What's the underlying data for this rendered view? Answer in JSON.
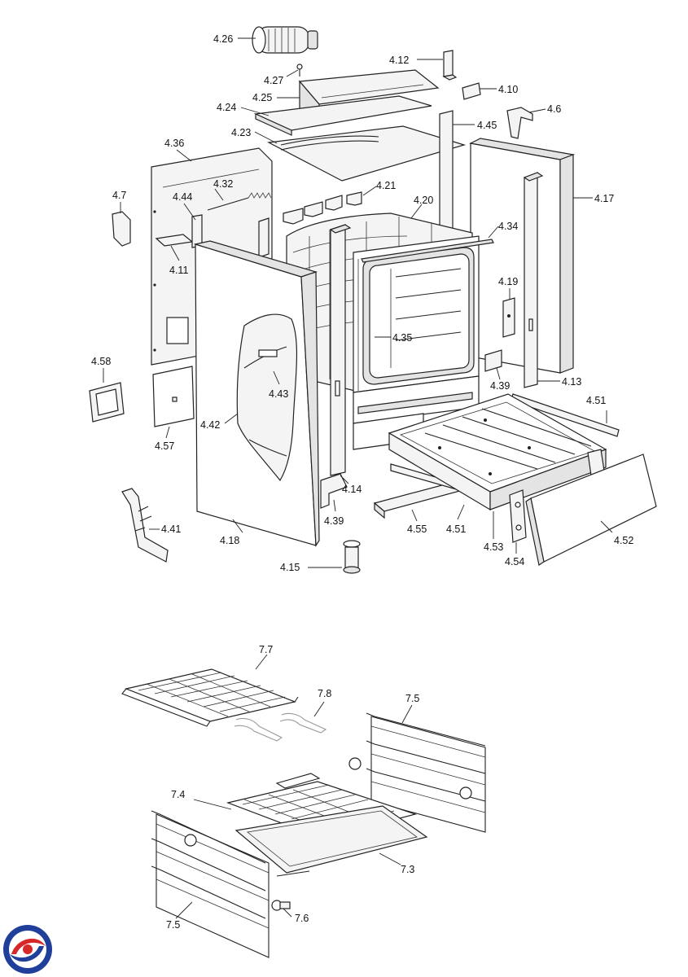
{
  "labels": {
    "l426": "4.26",
    "l427": "4.27",
    "l425": "4.25",
    "l424": "4.24",
    "l423": "4.23",
    "l412": "4.12",
    "l410": "4.10",
    "l46": "4.6",
    "l445": "4.45",
    "l436": "4.36",
    "l47": "4.7",
    "l444": "4.44",
    "l432": "4.32",
    "l421": "4.21",
    "l420": "4.20",
    "l417": "4.17",
    "l434": "4.34",
    "l411": "4.11",
    "l419": "4.19",
    "l435": "4.35",
    "l458": "4.58",
    "l443": "4.43",
    "l442": "4.42",
    "l413": "4.13",
    "l439a": "4.39",
    "l451a": "4.51",
    "l457": "4.57",
    "l414": "4.14",
    "l441": "4.41",
    "l418": "4.18",
    "l439b": "4.39",
    "l455": "4.55",
    "l451b": "4.51",
    "l453": "4.53",
    "l454": "4.54",
    "l452": "4.52",
    "l415": "4.15",
    "l77": "7.7",
    "l78": "7.8",
    "l75a": "7.5",
    "l74": "7.4",
    "l73": "7.3",
    "l75b": "7.5",
    "l76": "7.6"
  },
  "colors": {
    "logo_blue": "#1f3f9a",
    "logo_red": "#d62828",
    "ink": "#222222"
  }
}
